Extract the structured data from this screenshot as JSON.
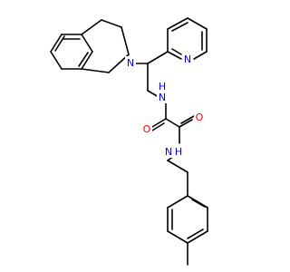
{
  "diagram": {
    "type": "chemical-structure",
    "colors": {
      "bond": "#000000",
      "oxygen": "#ff0000",
      "nitrogen": "#0000ff",
      "carbon": "#000000",
      "background": "#ffffff"
    },
    "atom_labels": {
      "n_isoquinoline": "N",
      "n_pyridine": "N",
      "n_amide_upper": "N",
      "h_amide_upper": "H",
      "o_left": "O",
      "o_right": "O",
      "n_amide_lower": "N",
      "h_amide_lower": "H"
    }
  }
}
